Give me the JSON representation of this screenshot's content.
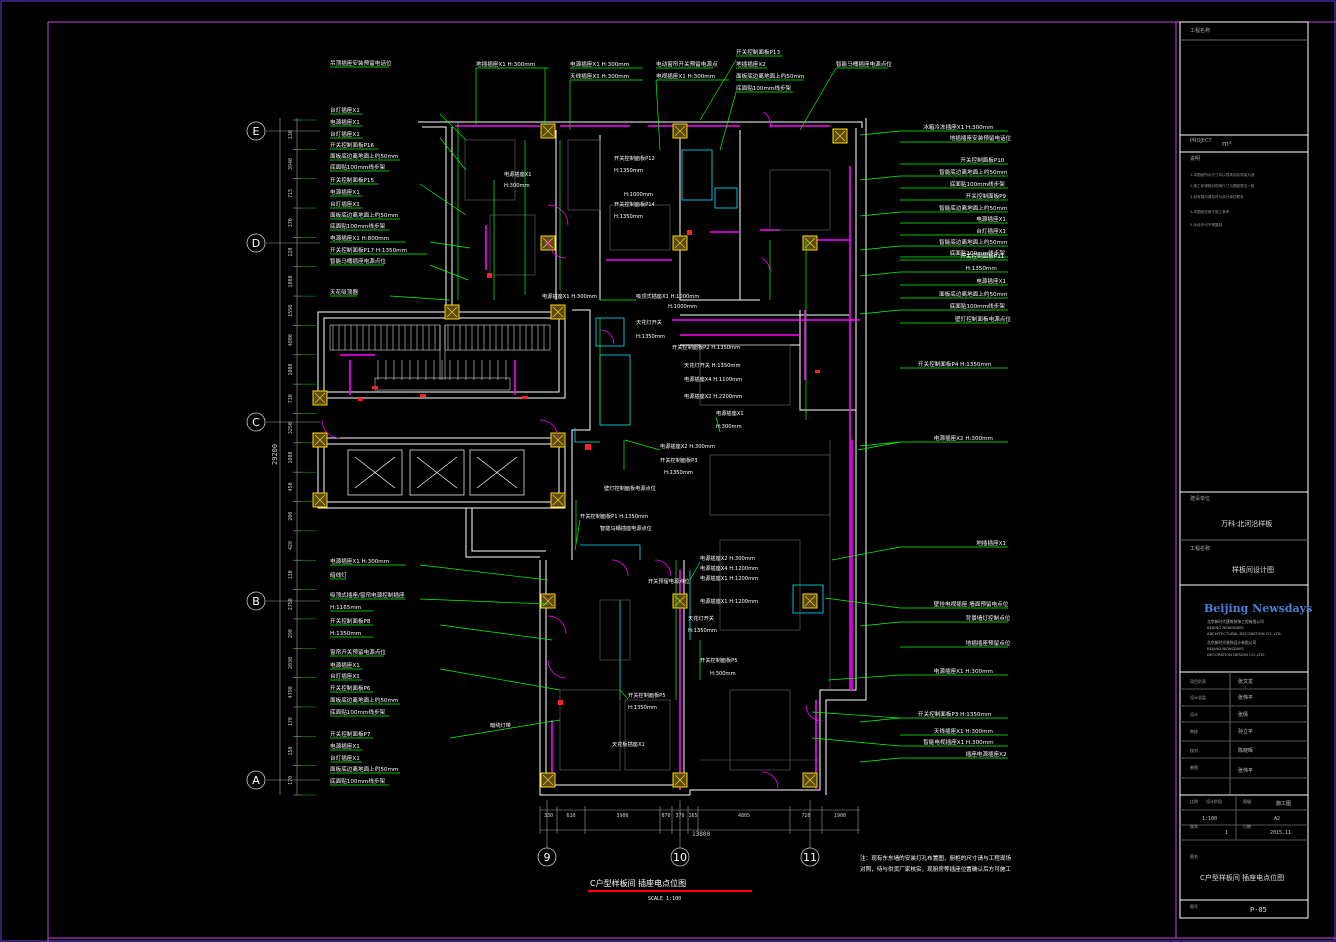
{
  "colors": {
    "background": "#000000",
    "frame": "#7a2fd6",
    "wall_outline": "#ffffff",
    "partition": "#ff00ff",
    "leader": "#00ff00",
    "label": "#ffffff",
    "column": "#ffd700",
    "dimension": "#9aa0a6",
    "accent_red": "#ff0000",
    "cyan": "#00e5ff",
    "grid_bubble": "#cccccc"
  },
  "drawing": {
    "title": "C户型样板间  插座电点位图",
    "scale": "SCALE 1:100",
    "note": "注：现有东东墙的安装打孔布置图，厨柜的尺寸请与工程现场对照，待与供货厂家核实，现厨房等插座位置确认后方可施工"
  },
  "grid": {
    "rows": [
      "E",
      "D",
      "C",
      "B",
      "A"
    ],
    "columns": [
      "9",
      "10",
      "11"
    ],
    "left_dims": [
      "130",
      "3940",
      "715",
      "370",
      "120",
      "1000",
      "1550",
      "4800",
      "1000",
      "730",
      "3250",
      "1800",
      "450",
      "200",
      "420",
      "130",
      "2750",
      "290",
      "2030",
      "4790",
      "170",
      "150",
      "170"
    ],
    "left_total": "29200",
    "bottom_dims": [
      "330",
      "610",
      "3900",
      "870",
      "370",
      "165",
      "4805",
      "720",
      "1900"
    ],
    "bottom_total": "13800"
  },
  "labels_left": [
    "吊顶插座安装预留电话位",
    "台灯插座X1",
    "电源插座X1",
    "台灯插座X1",
    "开关控制面板P16",
    "面板底边离地面上约50mm",
    "底面贴100mm线步架",
    "开关控制面板P15",
    "电源插座X1",
    "台灯插座X1",
    "面板底边离地面上约50mm",
    "底面贴100mm线步架",
    "电源插座X1 H:800mm",
    "开关控制面板P17 H:1350mm",
    "智能马桶插座电源点位",
    "天花吸顶器",
    "电源插座X1 H:300mm",
    "暗线灯",
    "吸顶式插座/窗帘电源控制插座",
    "H:1165mm",
    "开关控制面板P8",
    "H:1350mm",
    "窗帘开关预留电源点位",
    "电源插座X1",
    "台灯插座X1",
    "开关控制面板P6",
    "面板底边离地面上约50mm",
    "底面贴100mm线步架",
    "开关控制面板P7",
    "电源插座X1",
    "台灯插座X1",
    "面板底边离地面上约50mm",
    "底面贴100mm线步架"
  ],
  "labels_top": [
    "地插插座X1 H:300mm",
    "电源插座X1 H:300mm",
    "天线插座X1 H:300mm",
    "电动窗帘开关预留电源点",
    "电视插座X1 H:300mm",
    "开关控制面板P13",
    "地插插座X2",
    "面板底边离地面上约50mm",
    "底面贴100mm线步架",
    "智能马桶插座电源点位"
  ],
  "labels_right": [
    "冰箱冷冻插座X1 H:300mm",
    "地插插座安装预留电话位",
    "开关控制面板P10",
    "智能底边离地面上约50mm",
    "底面贴100mm线步架",
    "开关控制面板P9",
    "智能底边离地面上约50mm",
    "电源插座X1",
    "台灯插座X1",
    "智能底边离地面上约50mm",
    "底面贴100mm线步架",
    "开关控制面板P11",
    "H:1350mm",
    "电源插座X1",
    "面板底边离地面上约50mm",
    "底面贴100mm线步架",
    "壁灯控制面板电源点位",
    "开关控制面板P4 H:1350mm",
    "电源插座X2 H:300mm",
    "地插插座X1",
    "壁挂电视插座 墙面预留电点位",
    "背景墙灯控制点位",
    "地插插座预留点位",
    "电源插座X1 H:300mm",
    "开关控制面板P3 H:1350mm",
    "天线插座X1 H:300mm",
    "智能电视插座X1 H:300mm",
    "插座电源插座X2"
  ],
  "labels_inner": [
    "电源插座X1",
    "H:300mm",
    "开关控制面板P12",
    "H:1350mm",
    "开关控制面板P14",
    "H:1350mm",
    "H:1000mm",
    "电源插座X1 H:300mm",
    "吸顶式插座X1 H:1000mm",
    "H:1000mm",
    "天花灯开关",
    "H:1350mm",
    "开关控制面板P2 H:1350mm",
    "天花灯开关 H:1350mm",
    "电源插座X4 H:1100mm",
    "电源插座X2 H:2200mm",
    "电源插座X1",
    "H:300mm",
    "电源插座X2 H:300mm",
    "开关控制面板P3",
    "H:1350mm",
    "壁灯控制面板电源点位",
    "开关控制面板P1 H:1350mm",
    "智能马桶插座电源点位",
    "电源插座X2 H:300mm",
    "电源插座X4 H:1200mm",
    "电源插座X1 H:1200mm",
    "电源插座X1 H:1200mm",
    "开关控制面板P5",
    "H:1350mm",
    "天花板插座X1",
    "开关控制面板P5",
    "H:300mm",
    "天花灯开关",
    "H:1350mm",
    "开关预留电源点位",
    "暗线灯带"
  ],
  "title_block": {
    "rows_top": [
      "工程名称",
      "PROJECT",
      "m²"
    ],
    "notes_header": "说明",
    "notes_lines": [
      "1.本图纸所示尺寸均以现场实际测量为准",
      "2.施工前请核对现场尺寸与图纸是否一致",
      "3.如有疑问请及时与设计单位联系",
      "4.本图纸仅用于施工参考",
      "5.未经许可不得复制"
    ],
    "client_label": "建设单位",
    "client": "万科·北河沿样板",
    "project_label": "工程名称",
    "project": "样板间设计图",
    "firm_logo": "Beijing Newsdays",
    "firm_lines": [
      "北京新时代建筑装饰工程有限公司",
      "BEIJING NEWSDAYS",
      "ARCHITECTURAL DECORATION CO.,LTD.",
      "北京新时代装饰设计有限公司",
      "BEIJING NEWSDAYS",
      "DECORATION DESIGN CO.,LTD."
    ],
    "signoff": [
      {
        "role": "项目负责",
        "name": "张文龙"
      },
      {
        "role": "设计总监",
        "name": "张伟平"
      },
      {
        "role": "设计",
        "name": "张倩"
      },
      {
        "role": "审核",
        "name": "孙立平"
      },
      {
        "role": "校对",
        "name": "陈晓晖"
      },
      {
        "role": "制图",
        "name": "张伟平"
      }
    ],
    "scale_label": "比例",
    "scale_value": "1:100",
    "size_label": "图幅",
    "size_value": "A2",
    "stage_label": "设计阶段",
    "stage_value": "施工图",
    "version_label": "版本",
    "version_value": "1",
    "date_label": "日期",
    "date_value": "2015.11",
    "drawing_name_label": "图名",
    "drawing_name": "C户型样板间  插座电点位图",
    "drawing_no_label": "图号",
    "drawing_no": "P-05"
  }
}
